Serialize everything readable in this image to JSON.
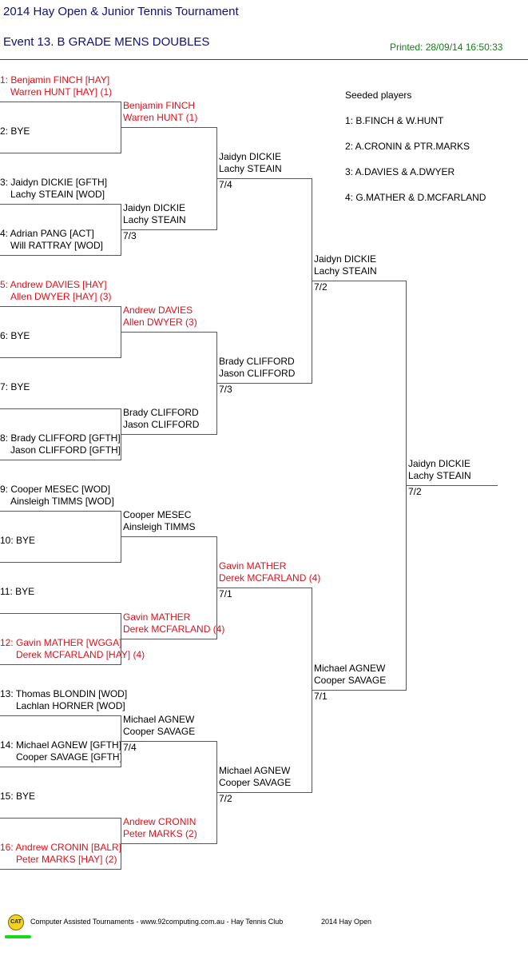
{
  "header": {
    "title": "2014 Hay Open & Junior Tennis Tournament",
    "event": "Event 13. B GRADE MENS DOUBLES",
    "printed": "Printed: 28/09/14 16:50:33"
  },
  "round1": [
    {
      "a": "1: Benjamin FINCH [HAY]",
      "b": "Warren HUNT [HAY] (1)",
      "seeded": true
    },
    {
      "a": "2: BYE",
      "b": "",
      "seeded": false
    },
    {
      "a": "3: Jaidyn DICKIE [GFTH]",
      "b": "Lachy STEAIN [WOD]",
      "seeded": false
    },
    {
      "a": "4: Adrian PANG [ACT]",
      "b": "Will RATTRAY [WOD]",
      "seeded": false
    },
    {
      "a": "5: Andrew DAVIES [HAY]",
      "b": "Allen DWYER [HAY] (3)",
      "seeded": true
    },
    {
      "a": "6: BYE",
      "b": "",
      "seeded": false
    },
    {
      "a": "7: BYE",
      "b": "",
      "seeded": false
    },
    {
      "a": "8: Brady CLIFFORD [GFTH]",
      "b": "Jason CLIFFORD [GFTH]",
      "seeded": false
    },
    {
      "a": "9: Cooper MESEC [WOD]",
      "b": "Ainsleigh TIMMS [WOD]",
      "seeded": false
    },
    {
      "a": "10: BYE",
      "b": "",
      "seeded": false
    },
    {
      "a": "11: BYE",
      "b": "",
      "seeded": false
    },
    {
      "a": "12: Gavin MATHER [WGGA]",
      "b": "Derek MCFARLAND [HAY] (4)",
      "seeded": true
    },
    {
      "a": "13: Thomas BLONDIN [WOD]",
      "b": "Lachlan HORNER [WOD]",
      "seeded": false
    },
    {
      "a": "14: Michael AGNEW [GFTH]",
      "b": "Cooper SAVAGE [GFTH]",
      "seeded": false
    },
    {
      "a": "15: BYE",
      "b": "",
      "seeded": false
    },
    {
      "a": "16: Andrew CRONIN [BALR]",
      "b": "Peter MARKS [HAY] (2)",
      "seeded": true
    }
  ],
  "round2": [
    {
      "a": "Benjamin FINCH",
      "b": "Warren HUNT (1)",
      "score": "",
      "seeded": true
    },
    {
      "a": "Jaidyn DICKIE",
      "b": "Lachy STEAIN",
      "score": "7/3",
      "seeded": false
    },
    {
      "a": "Andrew DAVIES",
      "b": "Allen DWYER (3)",
      "score": "",
      "seeded": true
    },
    {
      "a": "Brady CLIFFORD",
      "b": "Jason CLIFFORD",
      "score": "",
      "seeded": false
    },
    {
      "a": "Cooper MESEC",
      "b": "Ainsleigh TIMMS",
      "score": "",
      "seeded": false
    },
    {
      "a": "Gavin MATHER",
      "b": "Derek MCFARLAND (4)",
      "score": "",
      "seeded": true
    },
    {
      "a": "Michael AGNEW",
      "b": "Cooper SAVAGE",
      "score": "7/4",
      "seeded": false
    },
    {
      "a": "Andrew CRONIN",
      "b": "Peter MARKS (2)",
      "score": "",
      "seeded": true
    }
  ],
  "round3": [
    {
      "a": "Jaidyn DICKIE",
      "b": "Lachy STEAIN",
      "score": "7/4",
      "seeded": false
    },
    {
      "a": "Brady CLIFFORD",
      "b": "Jason CLIFFORD",
      "score": "7/3",
      "seeded": false
    },
    {
      "a": "Gavin MATHER",
      "b": "Derek MCFARLAND (4)",
      "score": "7/1",
      "seeded": true
    },
    {
      "a": "Michael AGNEW",
      "b": "Cooper SAVAGE",
      "score": "7/2",
      "seeded": false
    }
  ],
  "round4": [
    {
      "a": "Jaidyn DICKIE",
      "b": "Lachy STEAIN",
      "score": "7/2",
      "seeded": false
    },
    {
      "a": "Michael AGNEW",
      "b": "Cooper SAVAGE",
      "score": "7/1",
      "seeded": false
    }
  ],
  "final": {
    "a": "Jaidyn DICKIE",
    "b": "Lachy STEAIN",
    "score": "7/2",
    "seeded": false
  },
  "seeds": {
    "heading": "Seeded players",
    "list": [
      "1: B.FINCH & W.HUNT",
      "2: A.CRONIN & PTR.MARKS",
      "3: A.DAVIES & A.DWYER",
      "4: G.MATHER & D.MCFARLAND"
    ]
  },
  "footer": {
    "logo_text": "CAT",
    "text": "Computer Assisted Tournaments - www.92computing.com.au -  Hay Tennis Club",
    "event": "2014 Hay Open"
  },
  "colors": {
    "seeded": "#e0101a",
    "title": "#10107a",
    "printed": "#1a7a1a"
  }
}
